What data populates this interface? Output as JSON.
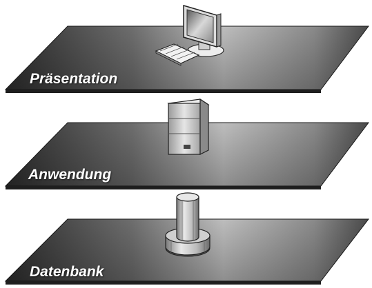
{
  "layers": [
    {
      "id": "presentation",
      "label": "Präsentation",
      "icon": "monitor-keyboard-icon"
    },
    {
      "id": "application",
      "label": "Anwendung",
      "icon": "server-tower-icon"
    },
    {
      "id": "database",
      "label": "Datenbank",
      "icon": "database-cylinder-icon"
    }
  ],
  "colors": {
    "plane_dark": "#3a3a3a",
    "plane_light": "#bdbdbd",
    "plane_edge": "#1a1a1a",
    "label_text": "#ffffff"
  }
}
